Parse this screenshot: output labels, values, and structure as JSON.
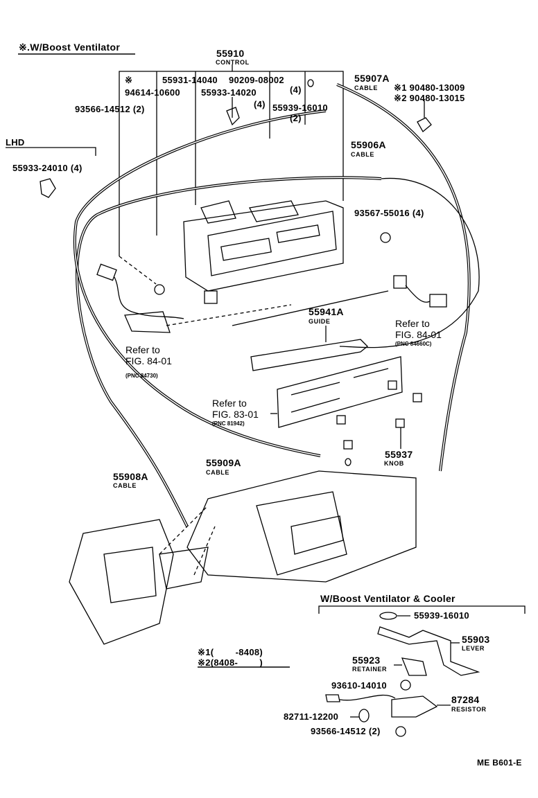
{
  "headings": {
    "boost_ventilator": "※.W/Boost Ventilator",
    "lhd": "LHD",
    "boost_cooler": "W/Boost Ventilator & Cooler"
  },
  "parts": {
    "control_no": "55910",
    "control_name": "CONTROL",
    "p94614_mark": "※",
    "p94614": "94614-10600",
    "p55931": "55931-14040",
    "p90209": "90209-08002",
    "p90209_qty": "(4)",
    "p55933_14020": "55933-14020",
    "p55933_14020_qty": "(4)",
    "p55939_top": "55939-16010",
    "p55939_top_qty": "(2)",
    "p93566_top": "93566-14512 (2)",
    "p55933_24010": "55933-24010 (4)",
    "cable_55907a": "55907A",
    "cable_55907a_name": "CABLE",
    "p90480_1": "※1 90480-13009",
    "p90480_2": "※2 90480-13015",
    "cable_55906a": "55906A",
    "cable_55906a_name": "CABLE",
    "p93567": "93567-55016 (4)",
    "guide_no": "55941A",
    "guide_name": "GUIDE",
    "cable_55909a": "55909A",
    "cable_55909a_name": "CABLE",
    "knob_no": "55937",
    "knob_name": "KNOB",
    "cable_55908a": "55908A",
    "cable_55908a_name": "CABLE",
    "p55939_cooler": "55939-16010",
    "lever_no": "55903",
    "lever_name": "LEVER",
    "retainer_no": "55923",
    "retainer_name": "RETAINER",
    "p93610": "93610-14010",
    "resistor_no": "87284",
    "resistor_name": "RESISTOR",
    "p82711": "82711-12200",
    "p93566_bottom": "93566-14512 (2)"
  },
  "references": {
    "right": {
      "line1": "Refer to",
      "line2": "FIG. 84-01",
      "pnc": "(PNC 84660C)"
    },
    "left": {
      "line1": "Refer to",
      "line2": "FIG. 84-01",
      "pnc": "(PNC 84730)"
    },
    "panel": {
      "line1": "Refer to",
      "line2": "FIG. 83-01",
      "pnc": "(PNC 81942)"
    }
  },
  "legend": {
    "note1": "※1(        -8408)",
    "note2": "※2(8408-        )"
  },
  "diagram_code": "ME B601-E"
}
